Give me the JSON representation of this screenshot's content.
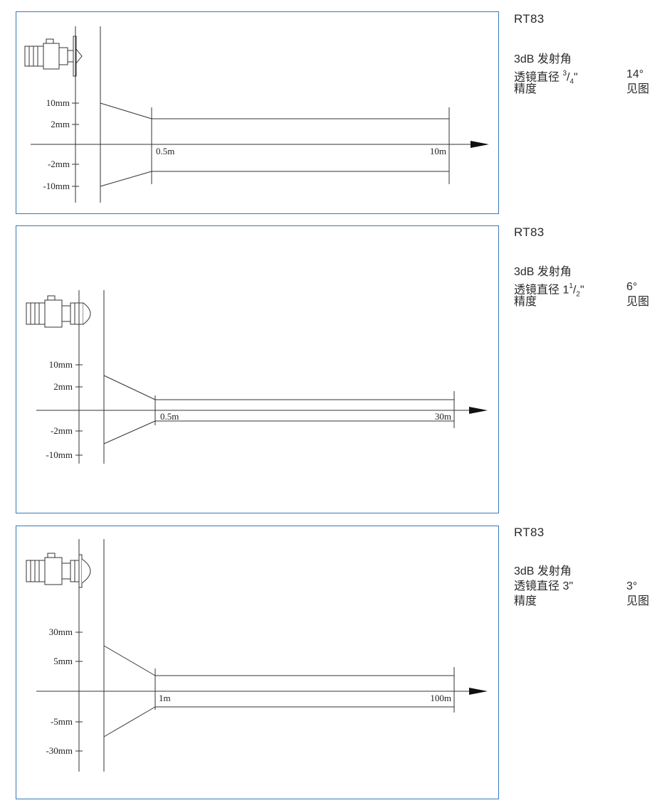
{
  "diagrams": [
    {
      "model": "RT83",
      "spec_angle_label": "3dB 发射角",
      "spec_lens_label": "透镜直径",
      "lens_whole": "",
      "lens_num": "3",
      "lens_den": "4",
      "lens_suffix": "\"",
      "spec_lens_value": "14°",
      "spec_accuracy_label": "精度",
      "spec_accuracy_value": "见图",
      "y_labels": [
        "10mm",
        "2mm",
        "-2mm",
        "-10mm"
      ],
      "x_start_label": "0.5m",
      "x_end_label": "10m"
    },
    {
      "model": "RT83",
      "spec_angle_label": "3dB 发射角",
      "spec_lens_label": "透镜直径",
      "lens_whole": "1",
      "lens_num": "1",
      "lens_den": "2",
      "lens_suffix": "\"",
      "spec_lens_value": "6°",
      "spec_accuracy_label": "精度",
      "spec_accuracy_value": "见图",
      "y_labels": [
        "10mm",
        "2mm",
        "-2mm",
        "-10mm"
      ],
      "x_start_label": "0.5m",
      "x_end_label": "30m"
    },
    {
      "model": "RT83",
      "spec_angle_label": "3dB 发射角",
      "spec_lens_label": "透镜直径",
      "lens_whole": "3\"",
      "lens_num": "",
      "lens_den": "",
      "lens_suffix": "",
      "spec_lens_value": "3°",
      "spec_accuracy_label": "精度",
      "spec_accuracy_value": "见图",
      "y_labels": [
        "30mm",
        "5mm",
        "-5mm",
        "-30mm"
      ],
      "x_start_label": "1m",
      "x_end_label": "100m"
    }
  ]
}
